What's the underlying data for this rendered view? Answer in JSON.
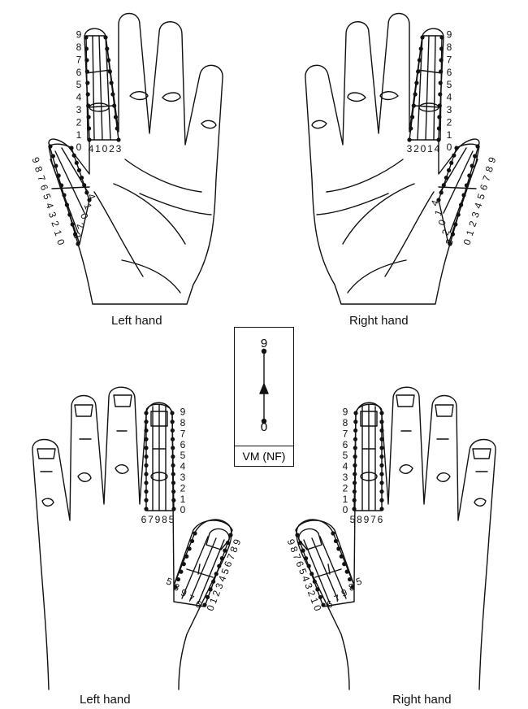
{
  "captions": {
    "top_left": "Left hand",
    "top_right": "Right hand",
    "bottom_left": "Left hand",
    "bottom_right": "Right hand"
  },
  "legend": {
    "label": "VM (NF)",
    "top": "9",
    "bottom": "0"
  },
  "scale_upper": [
    "0",
    "1",
    "2",
    "3",
    "4",
    "5",
    "6",
    "7",
    "8",
    "9"
  ],
  "index_base_left": [
    "4",
    "1",
    "0",
    "2",
    "3"
  ],
  "index_base_right": [
    "3",
    "2",
    "0",
    "1",
    "4"
  ],
  "thumb_scale_left": [
    "0",
    "1",
    "2",
    "3",
    "4",
    "5",
    "6",
    "7",
    "8",
    "9"
  ],
  "thumb_base_left": [
    "3",
    "2",
    "0",
    "1",
    "4"
  ],
  "thumb_base_right": [
    "4",
    "1",
    "0",
    "2",
    "3"
  ],
  "back_base_left": [
    "6",
    "7",
    "9",
    "8",
    "5"
  ],
  "back_base_right": [
    "5",
    "8",
    "9",
    "7",
    "6"
  ],
  "back_thumb_base_left": [
    "5",
    "8",
    "9",
    "7",
    "6"
  ],
  "back_thumb_base_right": [
    "5",
    "8",
    "9",
    "7",
    "6"
  ],
  "colors": {
    "ink": "#111111",
    "paper": "#ffffff"
  }
}
